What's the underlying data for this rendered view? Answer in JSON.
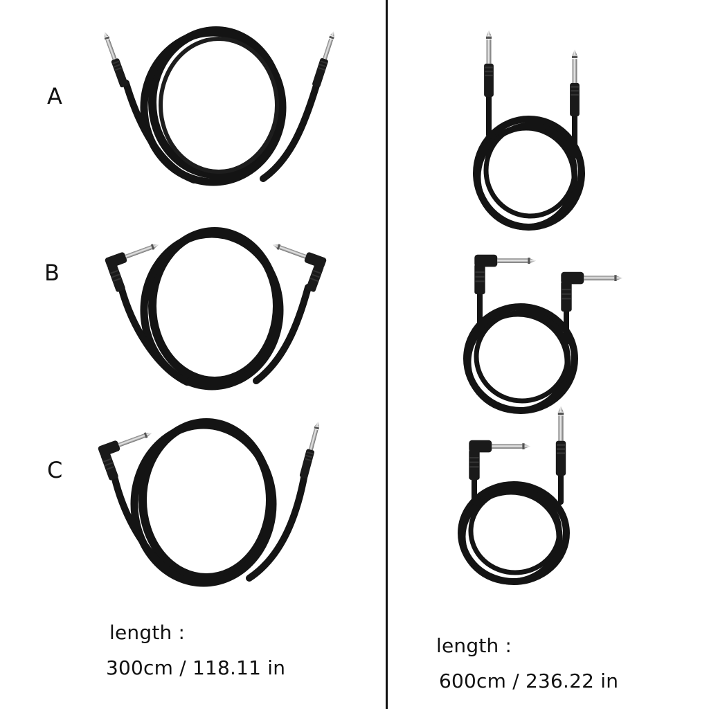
{
  "left_panel": {
    "variants": [
      {
        "label": "A",
        "type": "straight-to-straight"
      },
      {
        "label": "B",
        "type": "right-angle-to-right-angle"
      },
      {
        "label": "C",
        "type": "right-angle-to-straight"
      }
    ],
    "length_label": "length :",
    "length_value": "300cm / 118.11 in"
  },
  "right_panel": {
    "variants": [
      {
        "type": "straight-to-straight"
      },
      {
        "type": "right-angle-to-right-angle"
      },
      {
        "type": "right-angle-to-straight"
      }
    ],
    "length_label": "length :",
    "length_value": "600cm / 236.22 in"
  },
  "colors": {
    "background": "#ffffff",
    "cable": "#141414",
    "plug_metal": "#b8b8b8",
    "divider": "#111111"
  }
}
